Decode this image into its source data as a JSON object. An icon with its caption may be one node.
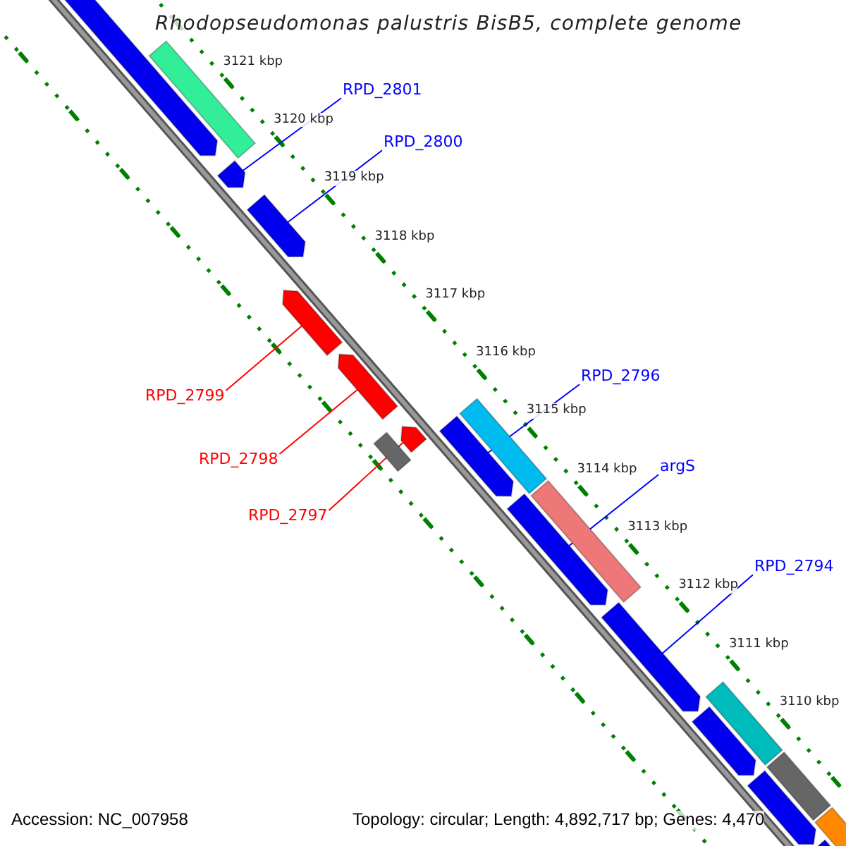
{
  "diagram": {
    "title": "Rhodopseudomonas palustris BisB5, complete genome",
    "nodes": [
      {
        "text": [
          "RPD_2801"
        ]
      },
      {
        "text": [
          "RPD_2800"
        ]
      },
      {
        "text": [
          "RPD_2799"
        ]
      },
      {
        "text": [
          "RPD_2798"
        ]
      },
      {
        "text": [
          "RPD_2797"
        ]
      },
      {
        "text": [
          "RPD_2796"
        ]
      },
      {
        "text": [
          "argS"
        ]
      },
      {
        "text": [
          "RPD_2794"
        ]
      },
      {
        "text": [],
        "shape": "box"
      },
      {
        "text": [],
        "shape": "arrow"
      },
      {
        "text": [],
        "shape": "arrow"
      },
      {
        "text": [],
        "shape": "arrow"
      },
      {
        "text": [],
        "shape": "arrow"
      },
      {
        "text": [],
        "shape": "arrow"
      },
      {
        "text": [],
        "shape": "box"
      },
      {
        "text": [],
        "shape": "arrow"
      },
      {
        "text": [],
        "shape": "box"
      },
      {
        "text": [],
        "shape": "arrow"
      },
      {
        "text": [],
        "shape": "arrow"
      },
      {
        "text": [],
        "shape": "box"
      },
      {
        "text": [],
        "shape": "arrow"
      },
      {
        "text": [],
        "shape": "box"
      },
      {
        "text": [],
        "shape": "arrow"
      },
      {
        "text": [],
        "shape": "box"
      },
      {
        "text": [],
        "shape": "arrow"
      },
      {
        "text": [],
        "shape": "box"
      },
      {
        "text": [],
        "shape": "arrow"
      }
    ],
    "edges": [
      {
        "from": 0,
        "to": 10,
        "arrow": "none"
      },
      {
        "from": 1,
        "to": 11,
        "arrow": "none"
      },
      {
        "from": 2,
        "to": 12,
        "arrow": "none",
        "color": "#ff0000"
      },
      {
        "from": 3,
        "to": 13,
        "arrow": "none",
        "color": "#ff0000"
      },
      {
        "from": 4,
        "to": 15,
        "arrow": "none",
        "color": "#ff0000"
      },
      {
        "from": 5,
        "to": 17,
        "arrow": "none"
      },
      {
        "from": 6,
        "to": 18,
        "arrow": "none"
      },
      {
        "from": 7,
        "to": 20,
        "arrow": "none"
      }
    ],
    "labels": [
      "3121 kbp",
      "3120 kbp",
      "3119 kbp",
      "3118 kbp",
      "3117 kbp",
      "3116 kbp",
      "3115 kbp",
      "3114 kbp",
      "3113 kbp",
      "3112 kbp",
      "3111 kbp",
      "3110 kbp",
      "Accession: NC_007958",
      "Topology: circular; Length: 4,892,717 bp; Genes: 4,470"
    ]
  }
}
